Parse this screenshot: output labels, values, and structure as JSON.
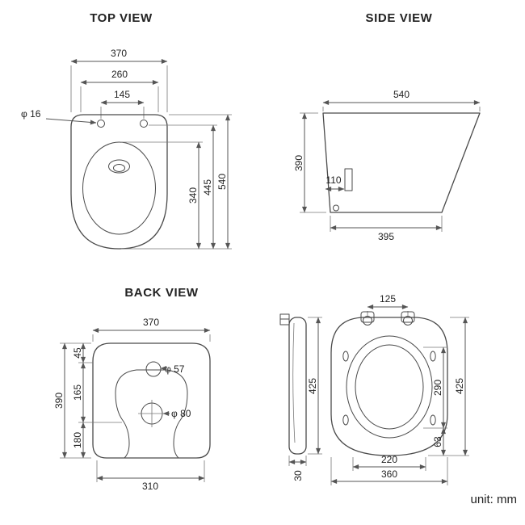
{
  "page": {
    "background": "#ffffff",
    "line_color": "#4a4a4a",
    "text_color": "#222222"
  },
  "unit_note": "unit: mm",
  "views": {
    "top": {
      "title": "TOP VIEW",
      "dims": {
        "overall_width": "370",
        "mid_width": "260",
        "hinge_hole_spacing": "145",
        "hinge_hole_diameter": "φ 16",
        "overall_depth": "540",
        "seat_depth": "445",
        "bowl_opening_depth": "340"
      }
    },
    "side": {
      "title": "SIDE VIEW",
      "dims": {
        "overall_length": "540",
        "overall_height": "390",
        "bracket_offset": "110",
        "base_length": "395"
      }
    },
    "back": {
      "title": "BACK VIEW",
      "dims": {
        "overall_width": "370",
        "top_segment": "45",
        "middle_segment": "165",
        "bottom_segment": "180",
        "overall_height": "390",
        "small_hole_diameter": "φ 57",
        "large_hole_diameter": "φ 80",
        "base_width": "310"
      }
    },
    "seat": {
      "dims": {
        "hinge_spacing": "125",
        "side_length": "425",
        "thickness": "30",
        "overall_length": "425",
        "opening_length": "290",
        "front_edge": "63",
        "inner_width": "220",
        "overall_width": "360"
      }
    }
  }
}
